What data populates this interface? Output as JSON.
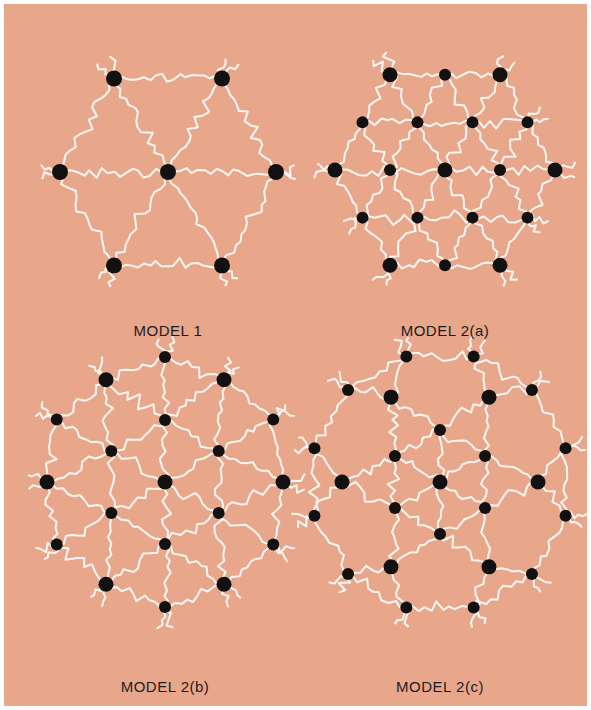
{
  "diagram": {
    "labels": [
      "MODEL 1",
      "MODEL 2(a)",
      "MODEL 2(b)",
      "MODEL 2(c)"
    ]
  }
}
